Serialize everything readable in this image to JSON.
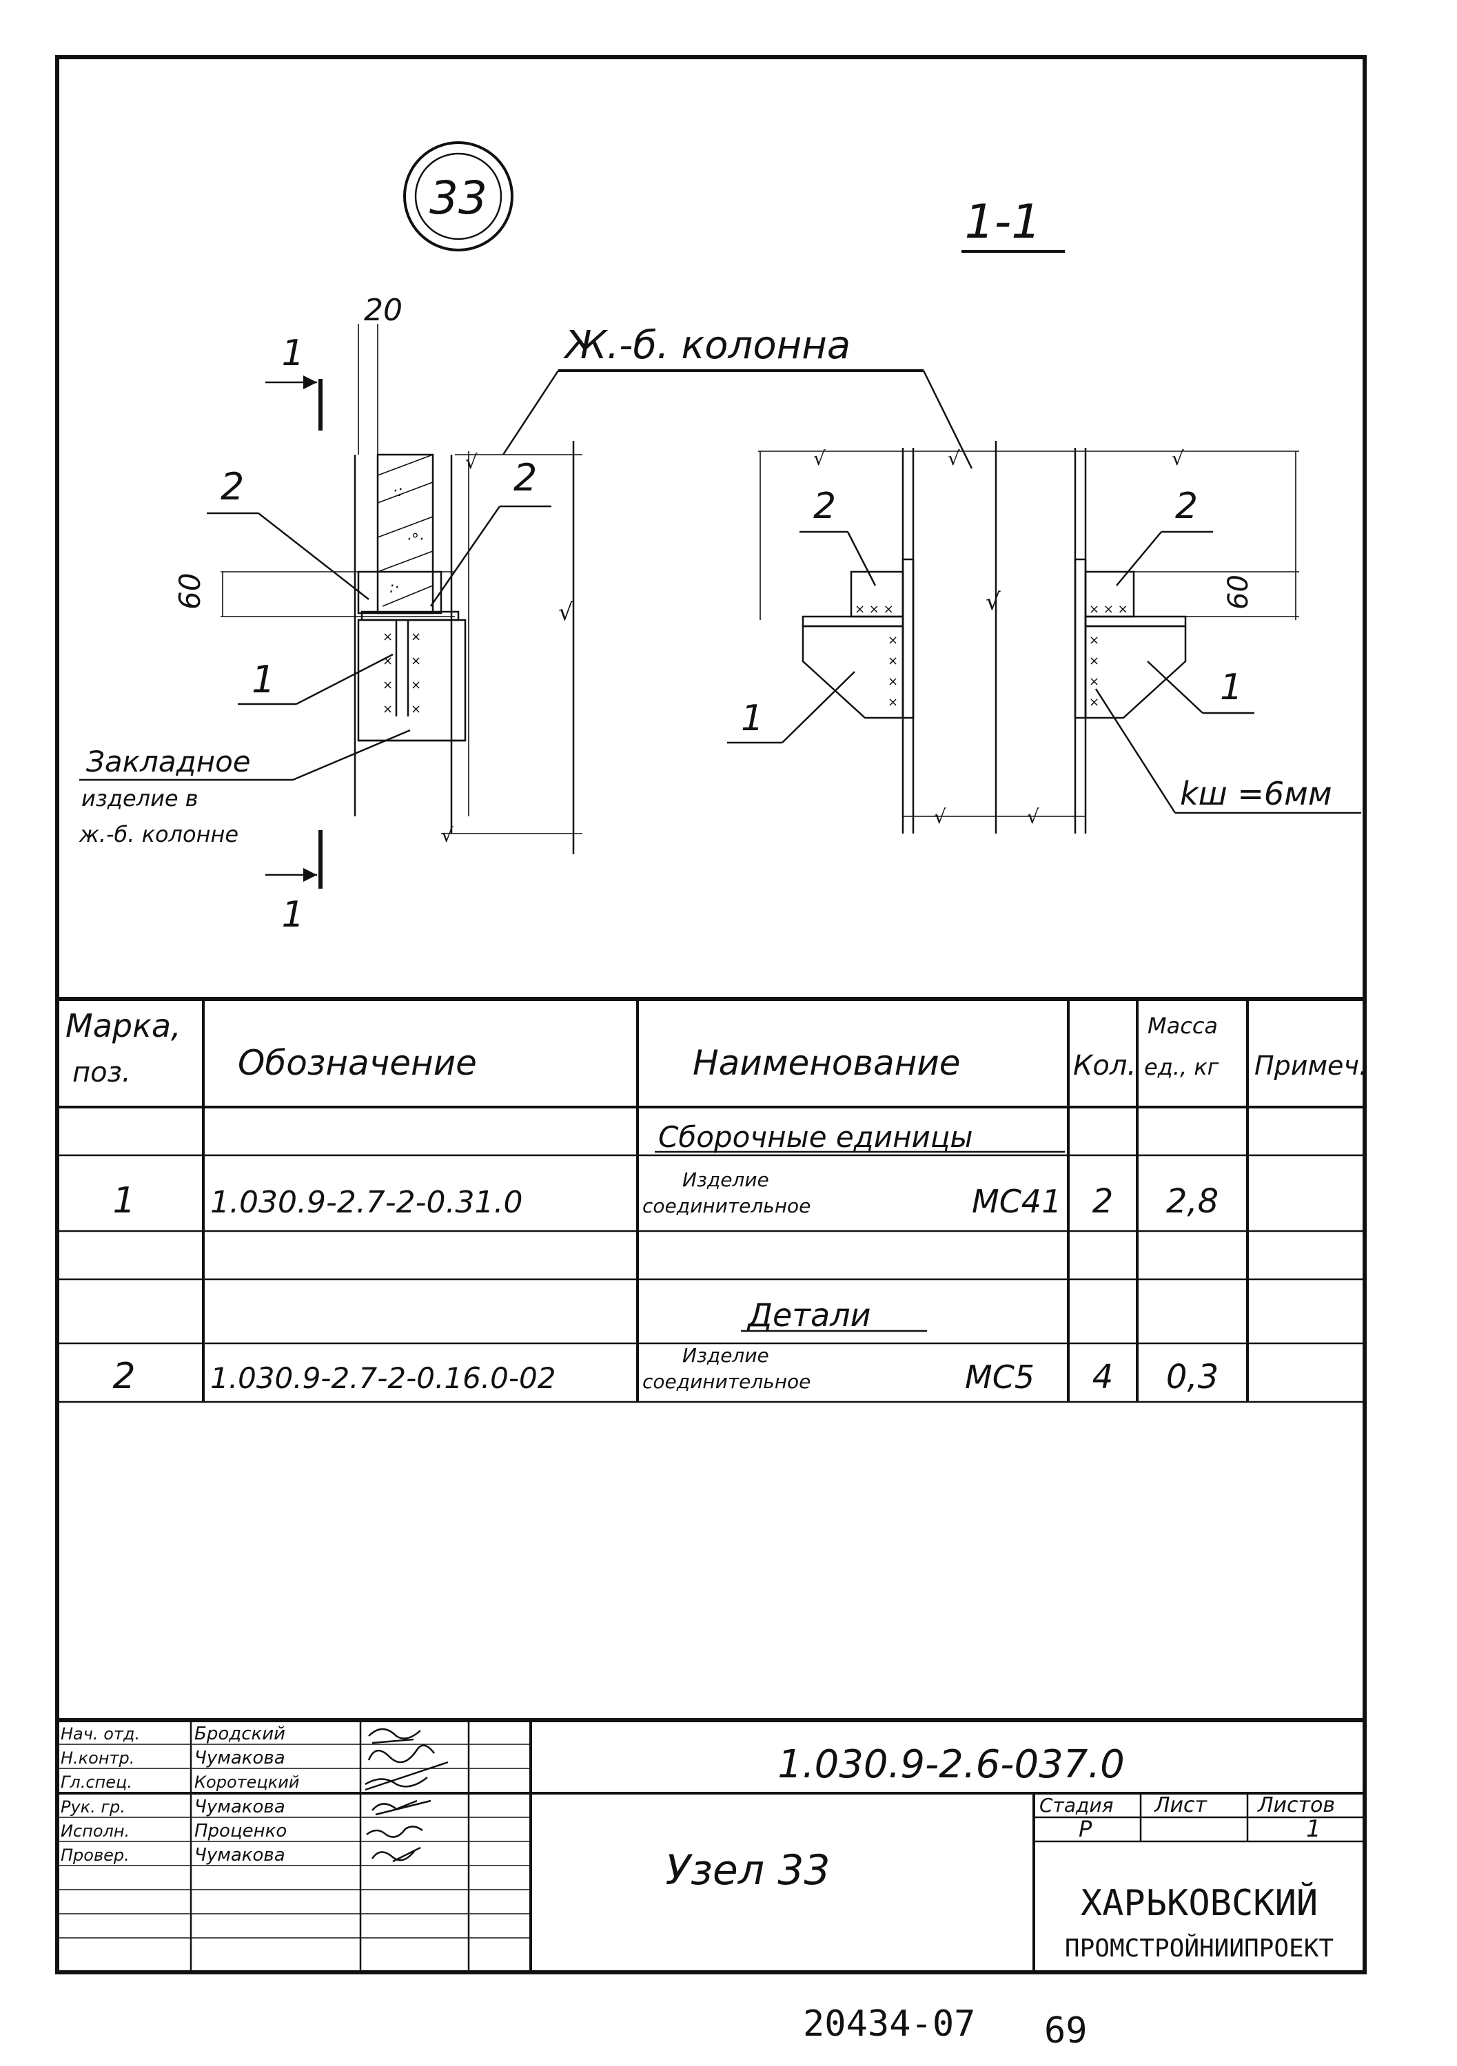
{
  "drawing": {
    "node_number": "33",
    "section_label": "1-1",
    "section_marker": "1",
    "dimension_20": "20",
    "dimension_60": "60",
    "column_label": "Ж.-б. колонна",
    "embedded_label_lines": [
      "Закладное",
      "изделие в",
      "ж.-б. колонне"
    ],
    "position_1": "1",
    "position_2": "2",
    "weld_label": "kш =6мм"
  },
  "spec_table": {
    "headers": {
      "mark": "Марка, поз.",
      "designation": "Обозначение",
      "name": "Наименование",
      "qty": "Кол.",
      "mass": "Масса ед., кг",
      "note": "Примеч."
    },
    "section_assembly": "Сборочные единицы",
    "section_details": "Детали",
    "rows": [
      {
        "mark": "1",
        "designation": "1.030.9-2.7-2-0.31.0",
        "name_top": "Изделие",
        "name_bottom": "соединительное",
        "code": "МС41",
        "qty": "2",
        "mass": "2,8",
        "note": ""
      },
      {
        "mark": "2",
        "designation": "1.030.9-2.7-2-0.16.0-02",
        "name_top": "Изделие",
        "name_bottom": "соединительное",
        "code": "МС5",
        "qty": "4",
        "mass": "0,3",
        "note": ""
      }
    ]
  },
  "title_block": {
    "signatures": [
      {
        "role": "Нач. отд.",
        "name": "Бродский"
      },
      {
        "role": "Н.контр.",
        "name": "Чумакова"
      },
      {
        "role": "Гл.спец.",
        "name": "Коротецкий"
      },
      {
        "role": "Рук. гр.",
        "name": "Чумакова"
      },
      {
        "role": "Исполн.",
        "name": "Проценко"
      },
      {
        "role": "Провер.",
        "name": "Чумакова"
      }
    ],
    "document_code": "1.030.9-2.6-037.0",
    "title": "Узел 33",
    "stage_label": "Стадия",
    "sheet_label": "Лист",
    "sheets_label": "Листов",
    "stage_value": "Р",
    "sheet_value": "",
    "sheets_value": "1",
    "org_line1": "ХАРЬКОВСКИЙ",
    "org_line2": "ПРОМСТРОЙНИИПРОЕКТ"
  },
  "footer": {
    "archive_number": "20434-07",
    "page_number": "69"
  }
}
